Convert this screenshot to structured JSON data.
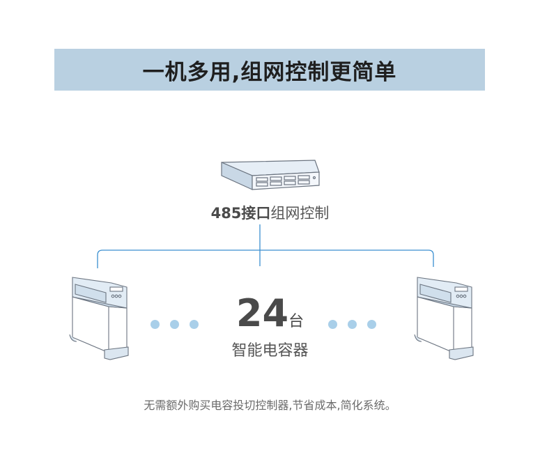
{
  "banner": {
    "title": "一机多用,组网控制更简单"
  },
  "network": {
    "interface_bold": "485接口",
    "interface_rest": "组网控制",
    "count_number": "24",
    "count_unit": "台",
    "device_name": "智能电容器"
  },
  "footer": {
    "text": "无需额外购买电容投切控制器,节省成本,简化系统。"
  },
  "colors": {
    "banner": "#b9d0e1",
    "line": "#3a8fd0",
    "dots": "#a9cfe9"
  }
}
